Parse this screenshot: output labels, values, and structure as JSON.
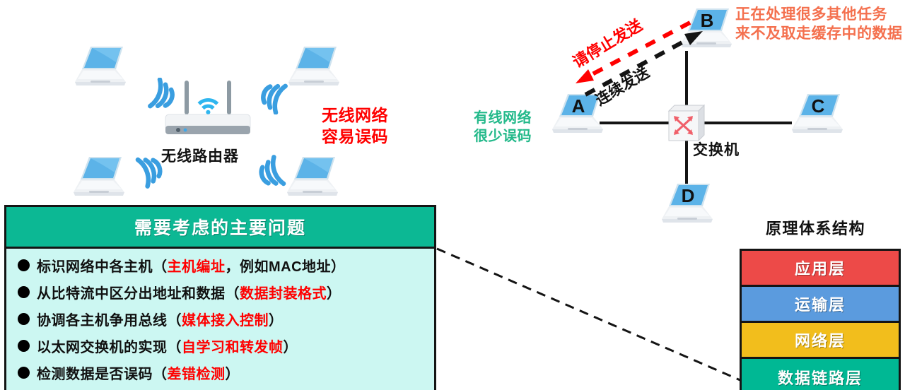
{
  "wireless_section": {
    "router_label": "无线路由器",
    "note": "无线网络\n容易误码",
    "note_line1": "无线网络",
    "note_line2": "容易误码",
    "note_color": "#ff0000",
    "laptop_count": 4
  },
  "wired_section": {
    "switch_label": "交换机",
    "hosts": [
      "A",
      "B",
      "C",
      "D"
    ],
    "note_green_line1": "有线网络",
    "note_green_line2": "很少误码",
    "note_green_color": "#23b98a",
    "note_orange_line1": "正在处理很多其他任务",
    "note_orange_line2": "来不及取走缓存中的数据",
    "note_orange_color": "#f4704e",
    "arrow_stop_label": "请停止发送",
    "arrow_stop_color": "#ff0000",
    "arrow_send_label": "连续发送",
    "arrow_send_color": "#111111"
  },
  "panel": {
    "title": "需要考虑的主要问题",
    "header_color": "#0cb894",
    "body_color": "#ccf7f2",
    "items": [
      {
        "text": "标识网络中各主机（",
        "highlight": "主机编址",
        "tail": "，例如MAC地址）"
      },
      {
        "text": "从比特流中区分出地址和数据（",
        "highlight": "数据封装格式",
        "tail": "）"
      },
      {
        "text": "协调各主机争用总线（",
        "highlight": "媒体接入控制",
        "tail": "）"
      },
      {
        "text": "以太网交换机的实现（",
        "highlight": "自学习和转发帧",
        "tail": "）"
      },
      {
        "text": "检测数据是否误码（",
        "highlight": "差错检测",
        "tail": "）"
      }
    ]
  },
  "stack": {
    "title": "原理体系结构",
    "layers": [
      {
        "label": "应用层",
        "color": "#ed4a48"
      },
      {
        "label": "运输层",
        "color": "#5b9bde"
      },
      {
        "label": "网络层",
        "color": "#f2be1c"
      },
      {
        "label": "数据链路层",
        "color": "#00b894"
      }
    ]
  }
}
